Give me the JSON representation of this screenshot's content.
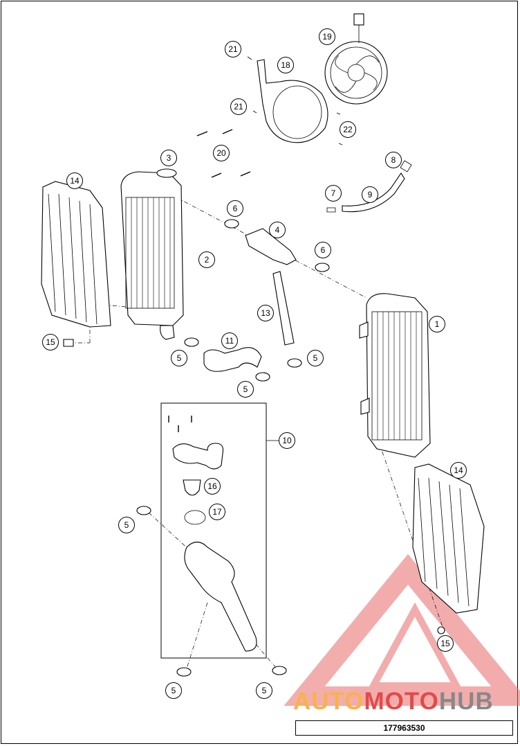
{
  "diagram": {
    "part_number": "177963530",
    "watermark": {
      "part1": "AUTO",
      "part2": "MOTO",
      "part3": "HUB"
    },
    "callouts": [
      {
        "id": "c1",
        "label": "1"
      },
      {
        "id": "c2",
        "label": "2"
      },
      {
        "id": "c3",
        "label": "3"
      },
      {
        "id": "c4",
        "label": "4"
      },
      {
        "id": "c5a",
        "label": "5"
      },
      {
        "id": "c5b",
        "label": "5"
      },
      {
        "id": "c5c",
        "label": "5"
      },
      {
        "id": "c5d",
        "label": "5"
      },
      {
        "id": "c5e",
        "label": "5"
      },
      {
        "id": "c5f",
        "label": "5"
      },
      {
        "id": "c6a",
        "label": "6"
      },
      {
        "id": "c6b",
        "label": "6"
      },
      {
        "id": "c7",
        "label": "7"
      },
      {
        "id": "c8",
        "label": "8"
      },
      {
        "id": "c9",
        "label": "9"
      },
      {
        "id": "c10",
        "label": "10"
      },
      {
        "id": "c11",
        "label": "11"
      },
      {
        "id": "c13",
        "label": "13"
      },
      {
        "id": "c14a",
        "label": "14"
      },
      {
        "id": "c14b",
        "label": "14"
      },
      {
        "id": "c15a",
        "label": "15"
      },
      {
        "id": "c15b",
        "label": "15"
      },
      {
        "id": "c16",
        "label": "16"
      },
      {
        "id": "c17",
        "label": "17"
      },
      {
        "id": "c18",
        "label": "18"
      },
      {
        "id": "c19",
        "label": "19"
      },
      {
        "id": "c20",
        "label": "20"
      },
      {
        "id": "c21a",
        "label": "21"
      },
      {
        "id": "c21b",
        "label": "21"
      },
      {
        "id": "c22",
        "label": "22"
      }
    ]
  }
}
